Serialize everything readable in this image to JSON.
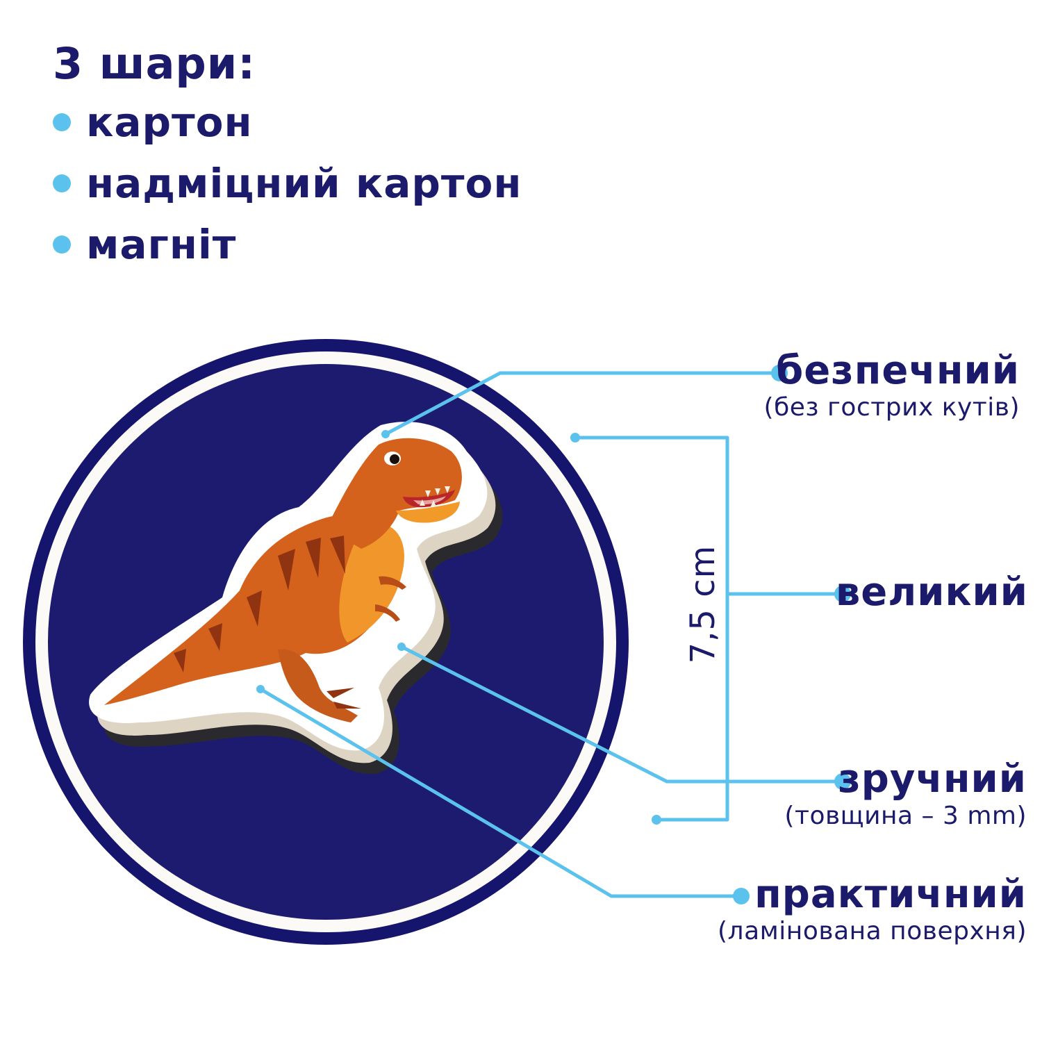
{
  "layers": {
    "title": "3 шари:",
    "items": [
      {
        "label": "картон"
      },
      {
        "label": "надміцний картон"
      },
      {
        "label": "магніт"
      }
    ]
  },
  "product": {
    "subject": "T-rex magnet",
    "dimension": "7,5 cm"
  },
  "features": [
    {
      "title": "безпечний",
      "note": "(без гострих кутів)"
    },
    {
      "title": "великий",
      "note": ""
    },
    {
      "title": "зручний",
      "note": "(товщина – 3 mm)"
    },
    {
      "title": "практичний",
      "note": "(ламінована поверхня)"
    }
  ],
  "colors": {
    "navy": "#1b1a6b",
    "disk": "#1c1b70",
    "ring": "#fbfaf7",
    "accent": "#5bc2ee",
    "dino_orange": "#d9661f",
    "dino_belly": "#f19a2a",
    "dino_stripe": "#8f3310"
  }
}
